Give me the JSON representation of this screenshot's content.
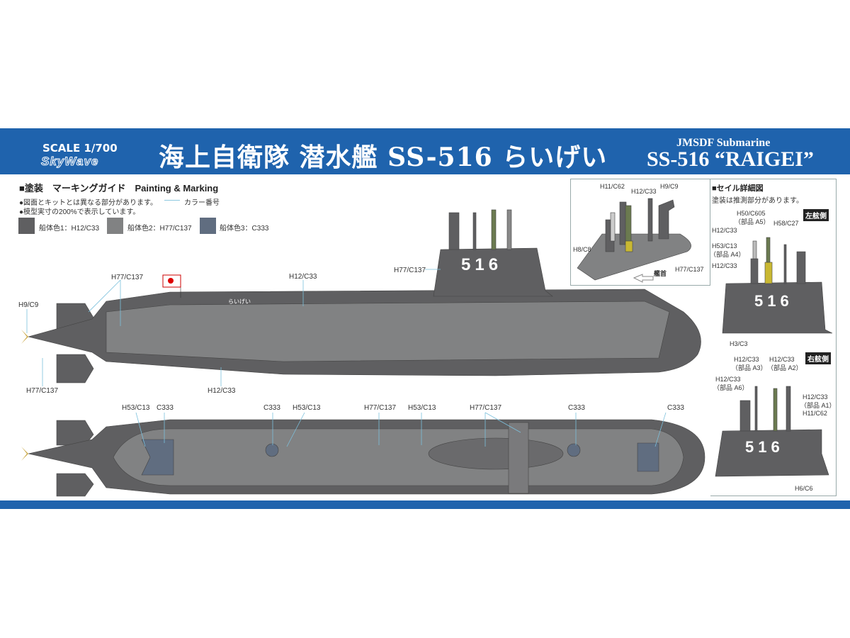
{
  "header": {
    "scale": "SCALE 1/700",
    "brand": "SkyWave",
    "title_jp": "海上自衛隊 潜水艦 SS-516 らいげい",
    "title_en_sub": "JMSDF Submarine",
    "title_en": "SS-516 “RAIGEI”",
    "color": "#1f63ad"
  },
  "guide": {
    "heading": "■塗装　マーキングガイド　Painting & Marking",
    "note1": "●図面とキットとは異なる部分があります。",
    "legend_line": "カラー番号",
    "note2": "●模型実寸の200%で表示しています。",
    "swatches": [
      {
        "label": "船体色1：H12/C33",
        "color": "#5f5f61"
      },
      {
        "label": "船体色2：H77/C137",
        "color": "#818283"
      },
      {
        "label": "船体色3：C333",
        "color": "#606d80"
      }
    ]
  },
  "side_view": {
    "hull_number": "516",
    "name_marking": "らいげい",
    "labels": [
      "H77/C137",
      "H12/C33",
      "H77/C137",
      "H9/C9",
      "H77/C137",
      "H12/C33"
    ]
  },
  "top_view": {
    "labels": [
      "H53/C13",
      "C333",
      "C333",
      "H53/C13",
      "H77/C137",
      "H53/C13",
      "H77/C137",
      "C333",
      "C333"
    ]
  },
  "inset": {
    "labels": [
      "H11/C62",
      "H12/C33",
      "H9/C9",
      "H8/C8",
      "H77/C137"
    ],
    "bow": "艦首"
  },
  "sail_detail": {
    "heading": "■セイル詳細図",
    "note": "塗装は推測部分があります。",
    "hull_number": "516",
    "port": {
      "tag": "左舷側",
      "labels": [
        "H50/C605",
        "（部品 A5）",
        "H58/C27",
        "H12/C33",
        "H53/C13",
        "（部品 A4）",
        "H12/C33",
        "H3/C3"
      ]
    },
    "starboard": {
      "tag": "右舷側",
      "labels": [
        "H12/C33",
        "（部品 A3）",
        "H12/C33",
        "（部品 A2）",
        "H12/C33",
        "（部品 A6）",
        "H12/C33",
        "（部品 A1）",
        "H11/C62",
        "H6/C6"
      ]
    }
  }
}
